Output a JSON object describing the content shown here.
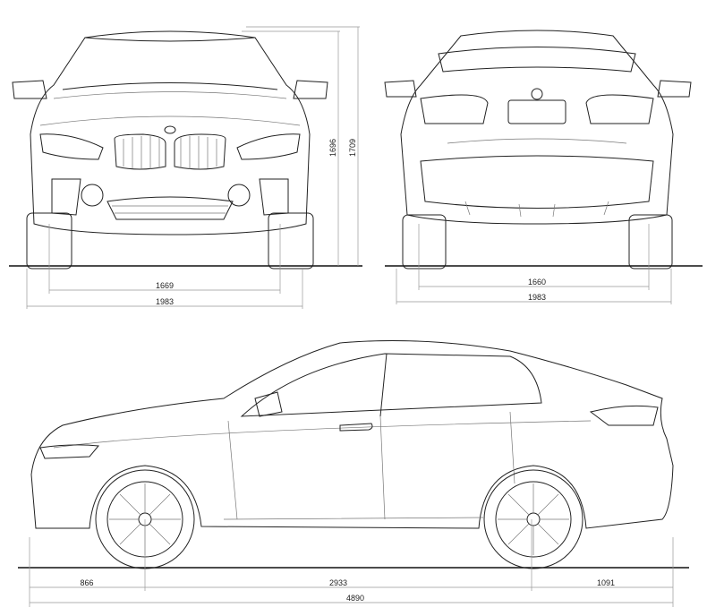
{
  "drawing": {
    "front_view": {
      "track_width": "1669",
      "overall_width": "1983",
      "height_a": "1696",
      "height_b": "1709"
    },
    "rear_view": {
      "track_width": "1660",
      "overall_width": "1983"
    },
    "side_view": {
      "front_overhang": "866",
      "wheelbase": "2933",
      "rear_overhang": "1091",
      "overall_length": "4890"
    }
  }
}
